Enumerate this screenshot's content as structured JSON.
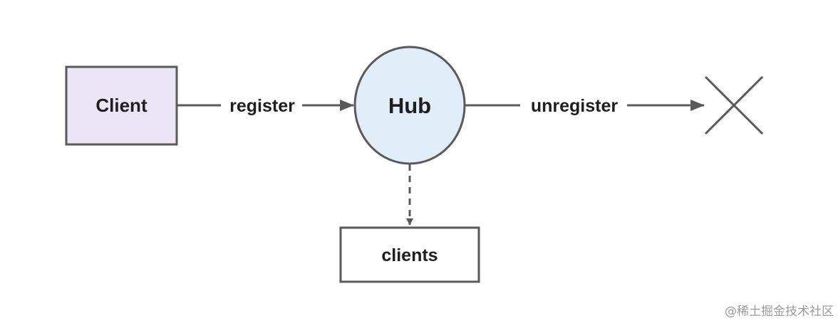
{
  "diagram": {
    "nodes": {
      "client": {
        "label": "Client",
        "fill": "#ebe5f5"
      },
      "hub": {
        "label": "Hub",
        "fill": "#e1edf9"
      },
      "clients": {
        "label": "clients",
        "fill": "#ffffff"
      }
    },
    "edges": {
      "register": {
        "label": "register"
      },
      "unregister": {
        "label": "unregister"
      }
    },
    "colors": {
      "stroke": "#5a5a5a",
      "text": "#1f1f1f"
    }
  },
  "watermark": "@稀土掘金技术社区"
}
